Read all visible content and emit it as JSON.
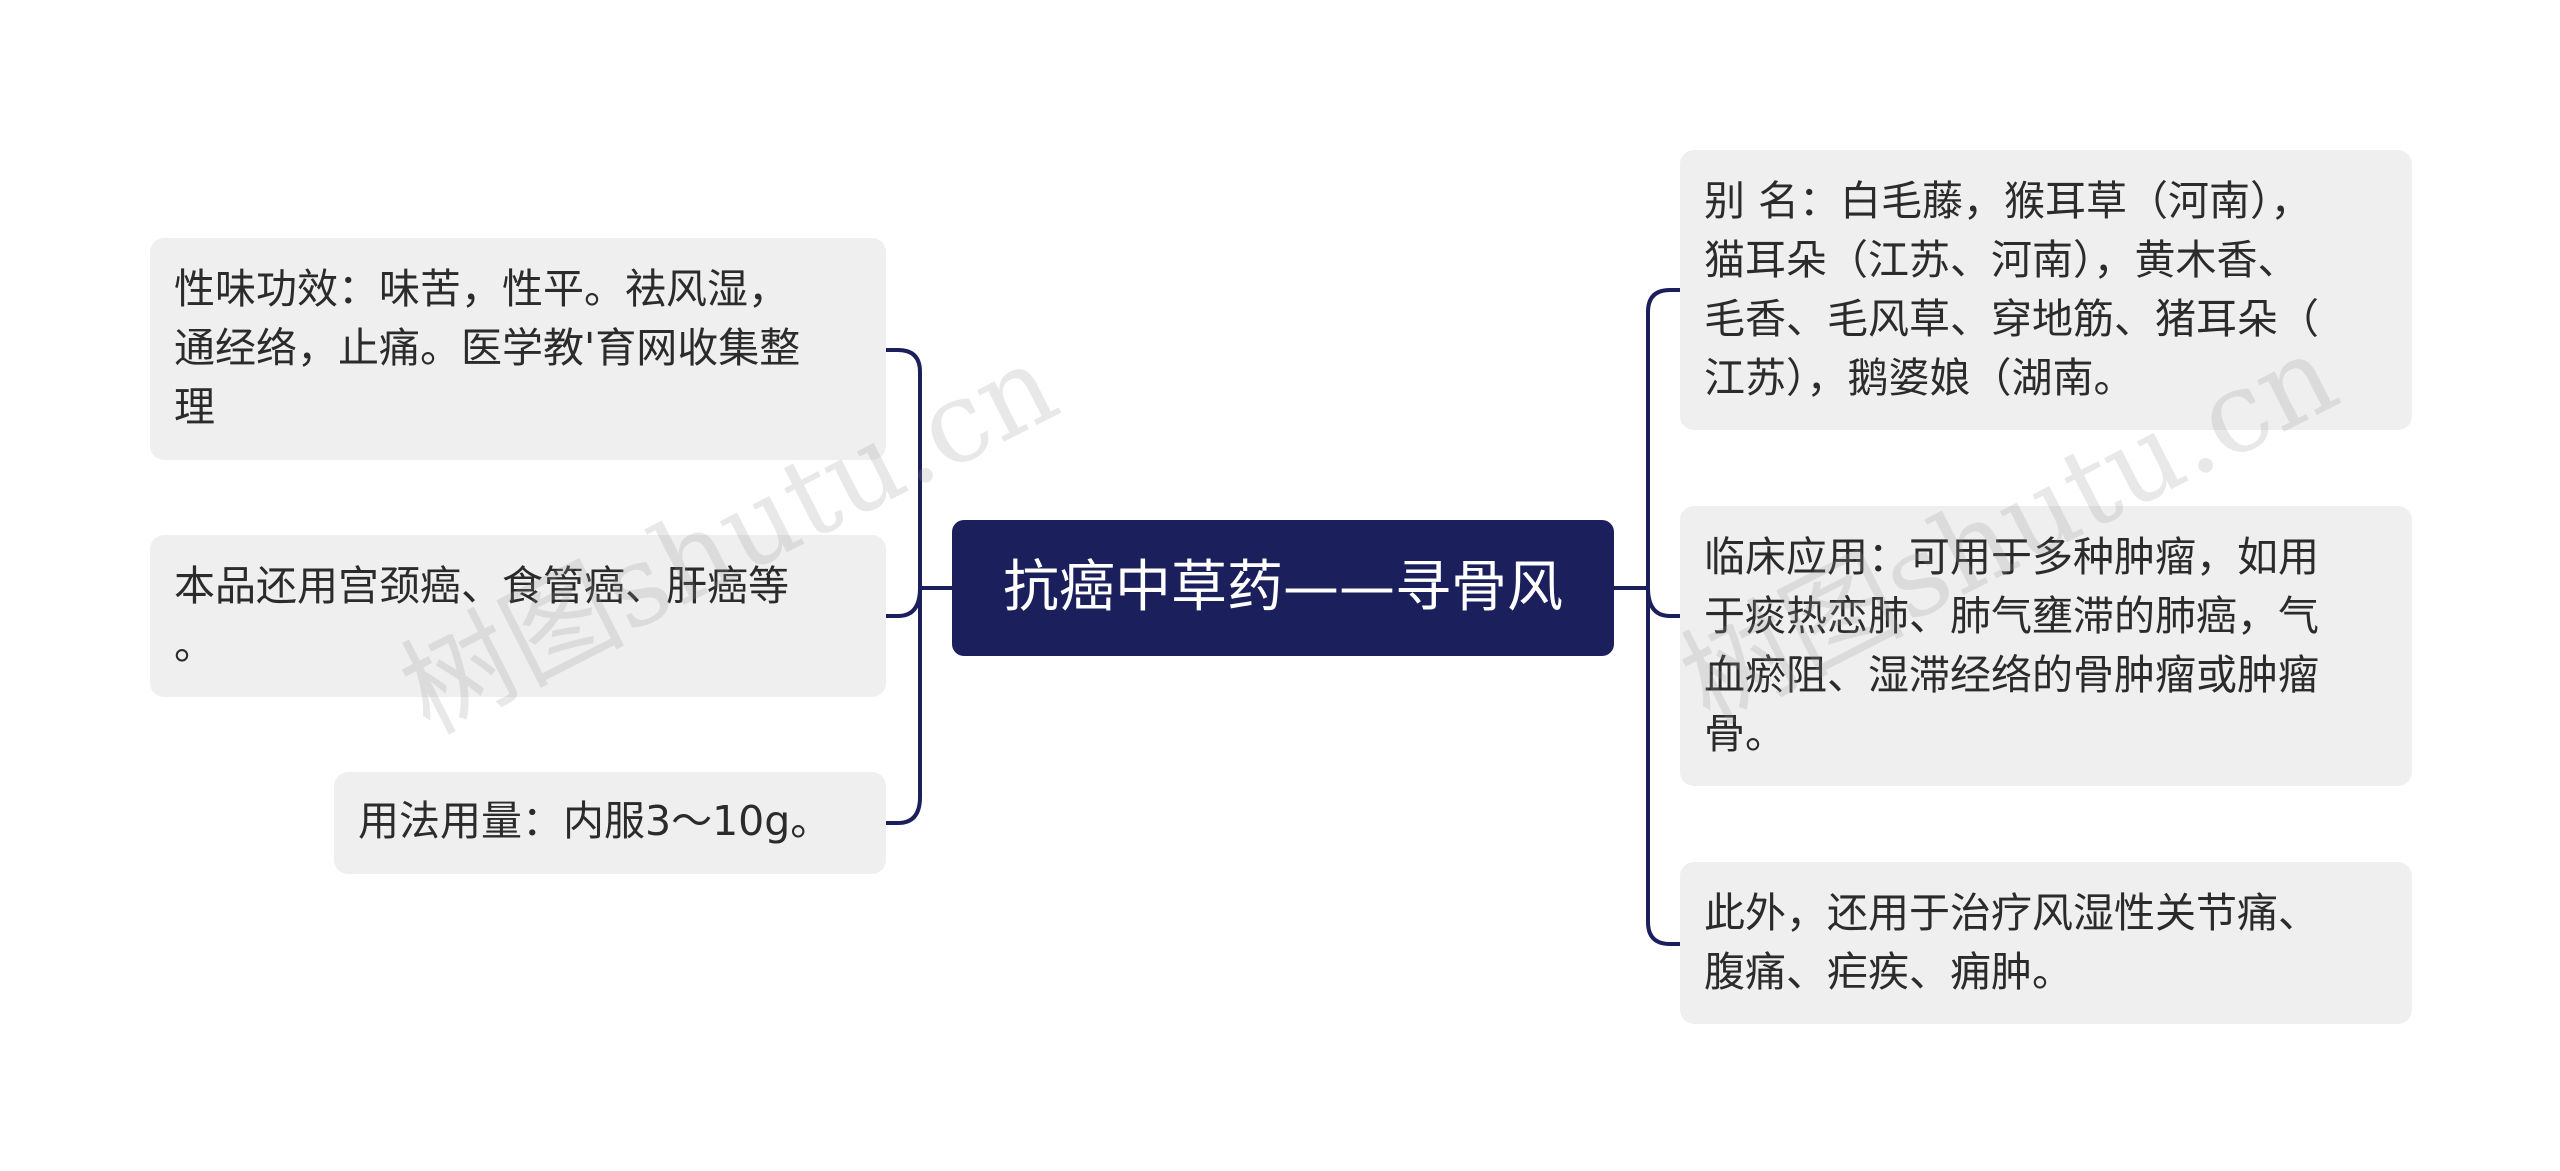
{
  "center": {
    "label": "抗癌中草药——寻骨风"
  },
  "left_nodes": [
    {
      "text": "性味功效：味苦，性平。祛风湿，\n通经络，止痛。医学教'育网收集整\n理"
    },
    {
      "text": "本品还用宫颈癌、食管癌、肝癌等\n。"
    },
    {
      "text": "用法用量：内服3～10g。"
    }
  ],
  "right_nodes": [
    {
      "text": "别 名：白毛藤，猴耳草（河南），\n猫耳朵（江苏、河南），黄木香、\n毛香、毛风草、穿地筋、猪耳朵（\n江苏），鹅婆娘（湖南。"
    },
    {
      "text": "临床应用：可用于多种肿瘤，如用\n于痰热恋肺、肺气壅滞的肺癌，气\n血瘀阻、湿滞经络的骨肿瘤或肿瘤\n骨。"
    },
    {
      "text": "此外，还用于治疗风湿性关节痛、\n腹痛、疟疾、痈肿。"
    }
  ],
  "watermark": {
    "left": "树图shutu.cn",
    "right": "树图shutu.cn"
  },
  "colors": {
    "center_bg": "#1b1f5c",
    "connector": "#1b1f5c",
    "node_bg": "#efefef"
  }
}
